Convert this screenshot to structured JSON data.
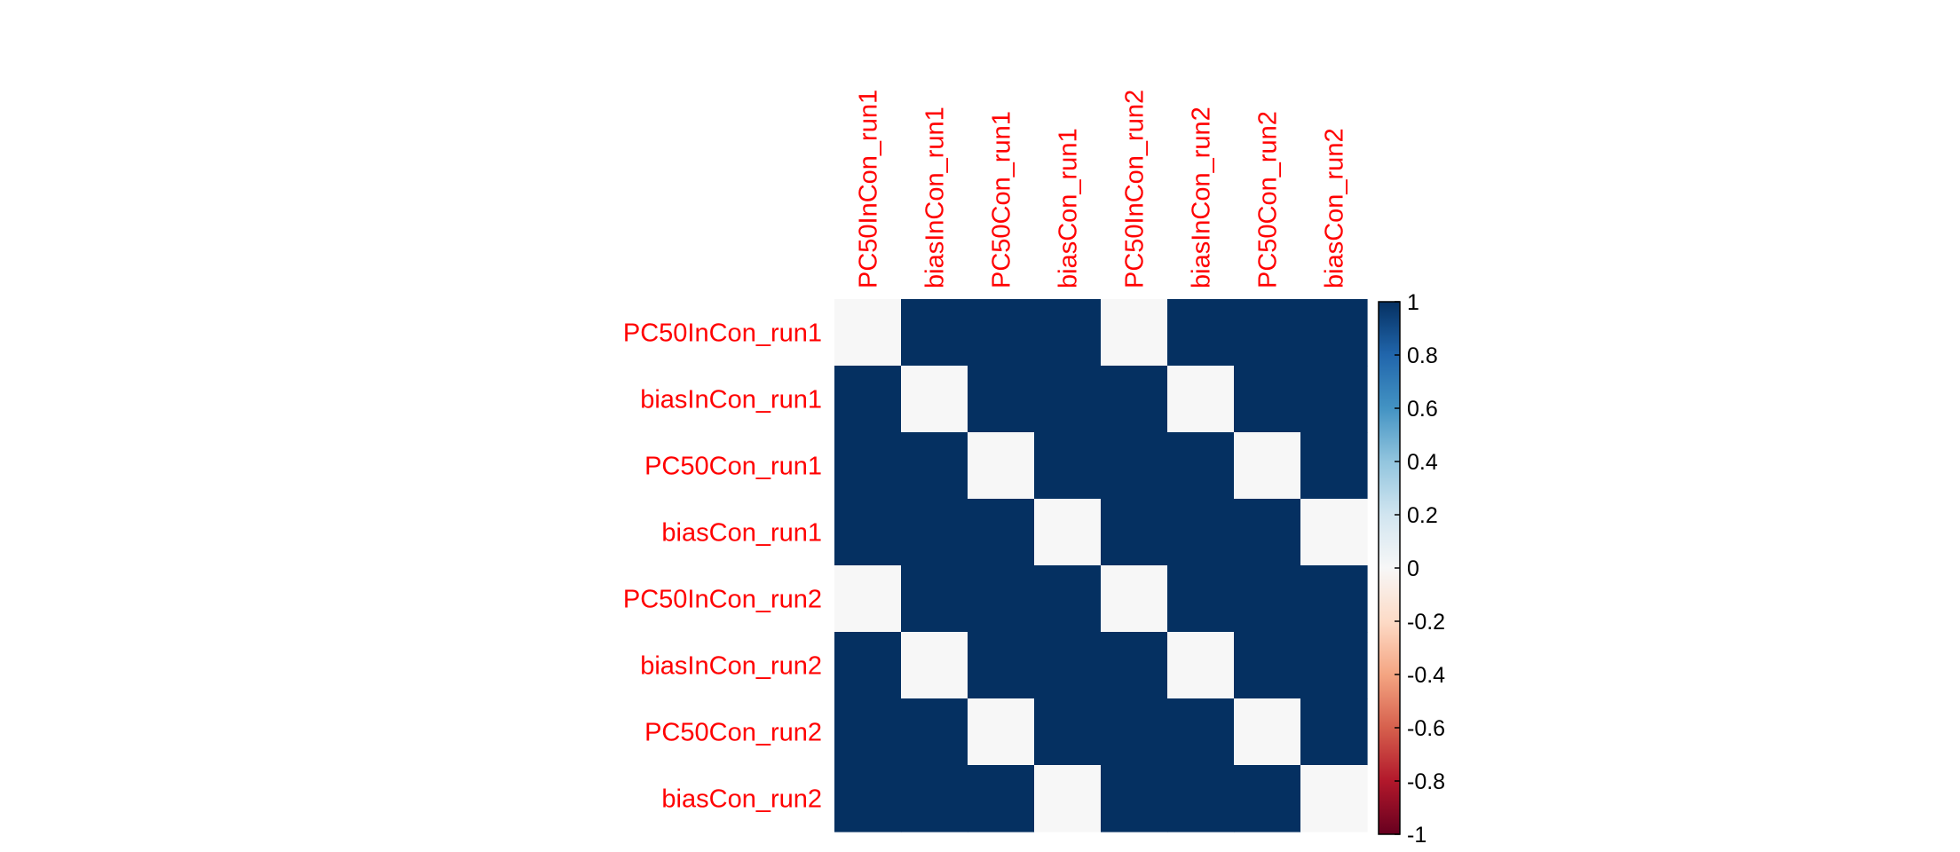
{
  "chart_data": {
    "type": "heatmap",
    "title": "",
    "row_labels": [
      "PC50InCon_run1",
      "biasInCon_run1",
      "PC50Con_run1",
      "biasCon_run1",
      "PC50InCon_run2",
      "biasInCon_run2",
      "PC50Con_run2",
      "biasCon_run2"
    ],
    "column_labels": [
      "PC50InCon_run1",
      "biasInCon_run1",
      "PC50Con_run1",
      "biasCon_run1",
      "PC50InCon_run2",
      "biasInCon_run2",
      "PC50Con_run2",
      "biasCon_run2"
    ],
    "values": [
      [
        0,
        1,
        1,
        1,
        0,
        1,
        1,
        1
      ],
      [
        1,
        0,
        1,
        1,
        1,
        0,
        1,
        1
      ],
      [
        1,
        1,
        0,
        1,
        1,
        1,
        0,
        1
      ],
      [
        1,
        1,
        1,
        0,
        1,
        1,
        1,
        0
      ],
      [
        0,
        1,
        1,
        1,
        0,
        1,
        1,
        1
      ],
      [
        1,
        0,
        1,
        1,
        1,
        0,
        1,
        1
      ],
      [
        1,
        1,
        0,
        1,
        1,
        1,
        0,
        1
      ],
      [
        1,
        1,
        1,
        0,
        1,
        1,
        1,
        0
      ]
    ],
    "color_range": [
      -1,
      1
    ],
    "colorbar_ticks": [
      "1",
      "0.8",
      "0.6",
      "0.4",
      "0.2",
      "0",
      "-0.2",
      "-0.4",
      "-0.6",
      "-0.8",
      "-1"
    ],
    "colorbar_stops": [
      "#67001F",
      "#B2182B",
      "#D6604D",
      "#F4A582",
      "#FDDBC7",
      "#F7F7F7",
      "#D1E5F0",
      "#92C5DE",
      "#4393C3",
      "#2166AC",
      "#053061"
    ],
    "label_color": "#FF0000",
    "legend_position": "right"
  }
}
